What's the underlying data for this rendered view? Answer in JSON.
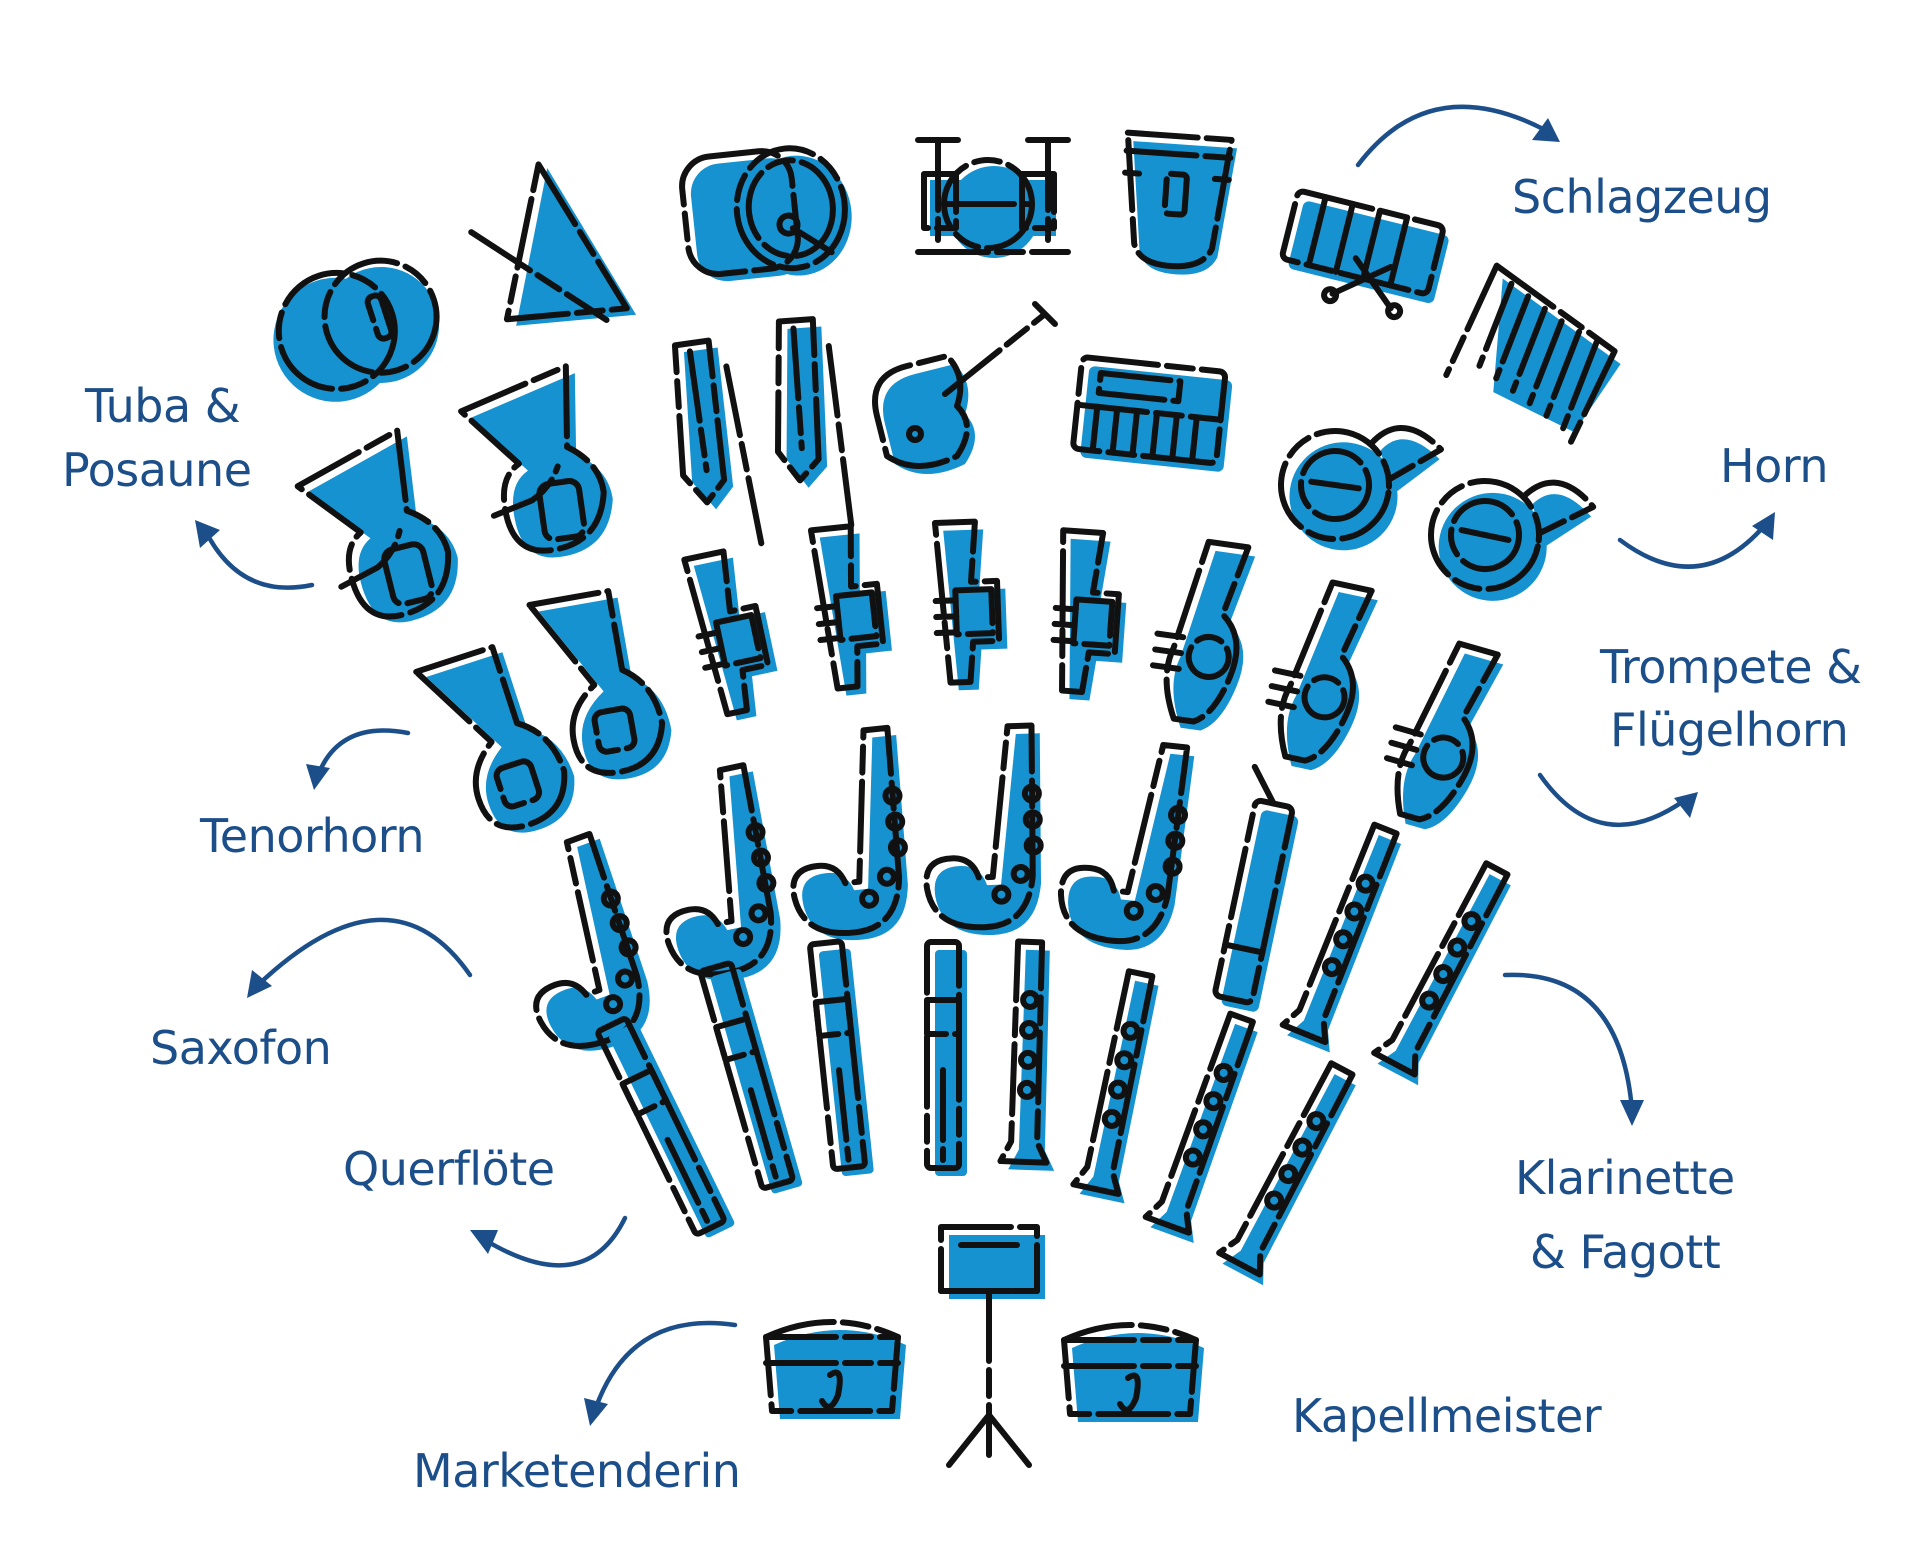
{
  "colors": {
    "label": "#1c4f8a",
    "fill": "#1592cf",
    "outline": "#111111"
  },
  "labels": {
    "schlagzeug": "Schlagzeug",
    "horn": "Horn",
    "trompete_1": "Trompete &",
    "trompete_2": "Flügelhorn",
    "klarinette_1": "Klarinette",
    "klarinette_2": "& Fagott",
    "kapellmeister": "Kapellmeister",
    "marketenderin": "Marketenderin",
    "querfloete": "Querflöte",
    "saxofon": "Saxofon",
    "tenorhorn": "Tenorhorn",
    "tuba_1": "Tuba &",
    "tuba_2": "Posaune"
  },
  "icons": {
    "percussion": [
      "cymbals-icon",
      "triangle-icon",
      "bass-drum-icon",
      "drum-kit-icon",
      "conga-icon",
      "xylophone-icon",
      "glockenspiel-icon"
    ],
    "middle": [
      "tuba-icon",
      "tuba-icon",
      "trombone-icon",
      "trombone-icon",
      "electric-guitar-icon",
      "keyboard-icon",
      "french-horn-icon",
      "french-horn-icon"
    ],
    "brass": [
      "tenor-horn-icon",
      "tenor-horn-icon",
      "trumpet-icon",
      "trumpet-icon",
      "trumpet-icon",
      "trumpet-icon",
      "flugelhorn-icon",
      "flugelhorn-icon",
      "flugelhorn-icon"
    ],
    "reeds": [
      "saxophone-icon",
      "saxophone-icon",
      "saxophone-icon",
      "saxophone-icon",
      "saxophone-icon",
      "bassoon-icon",
      "clarinet-icon",
      "clarinet-icon"
    ],
    "flutes": [
      "flute-icon",
      "flute-icon",
      "flute-icon",
      "flute-icon",
      "clarinet-icon",
      "clarinet-icon",
      "clarinet-icon",
      "clarinet-icon"
    ],
    "bottom": [
      "hat-icon",
      "music-stand-icon",
      "hat-icon"
    ]
  }
}
